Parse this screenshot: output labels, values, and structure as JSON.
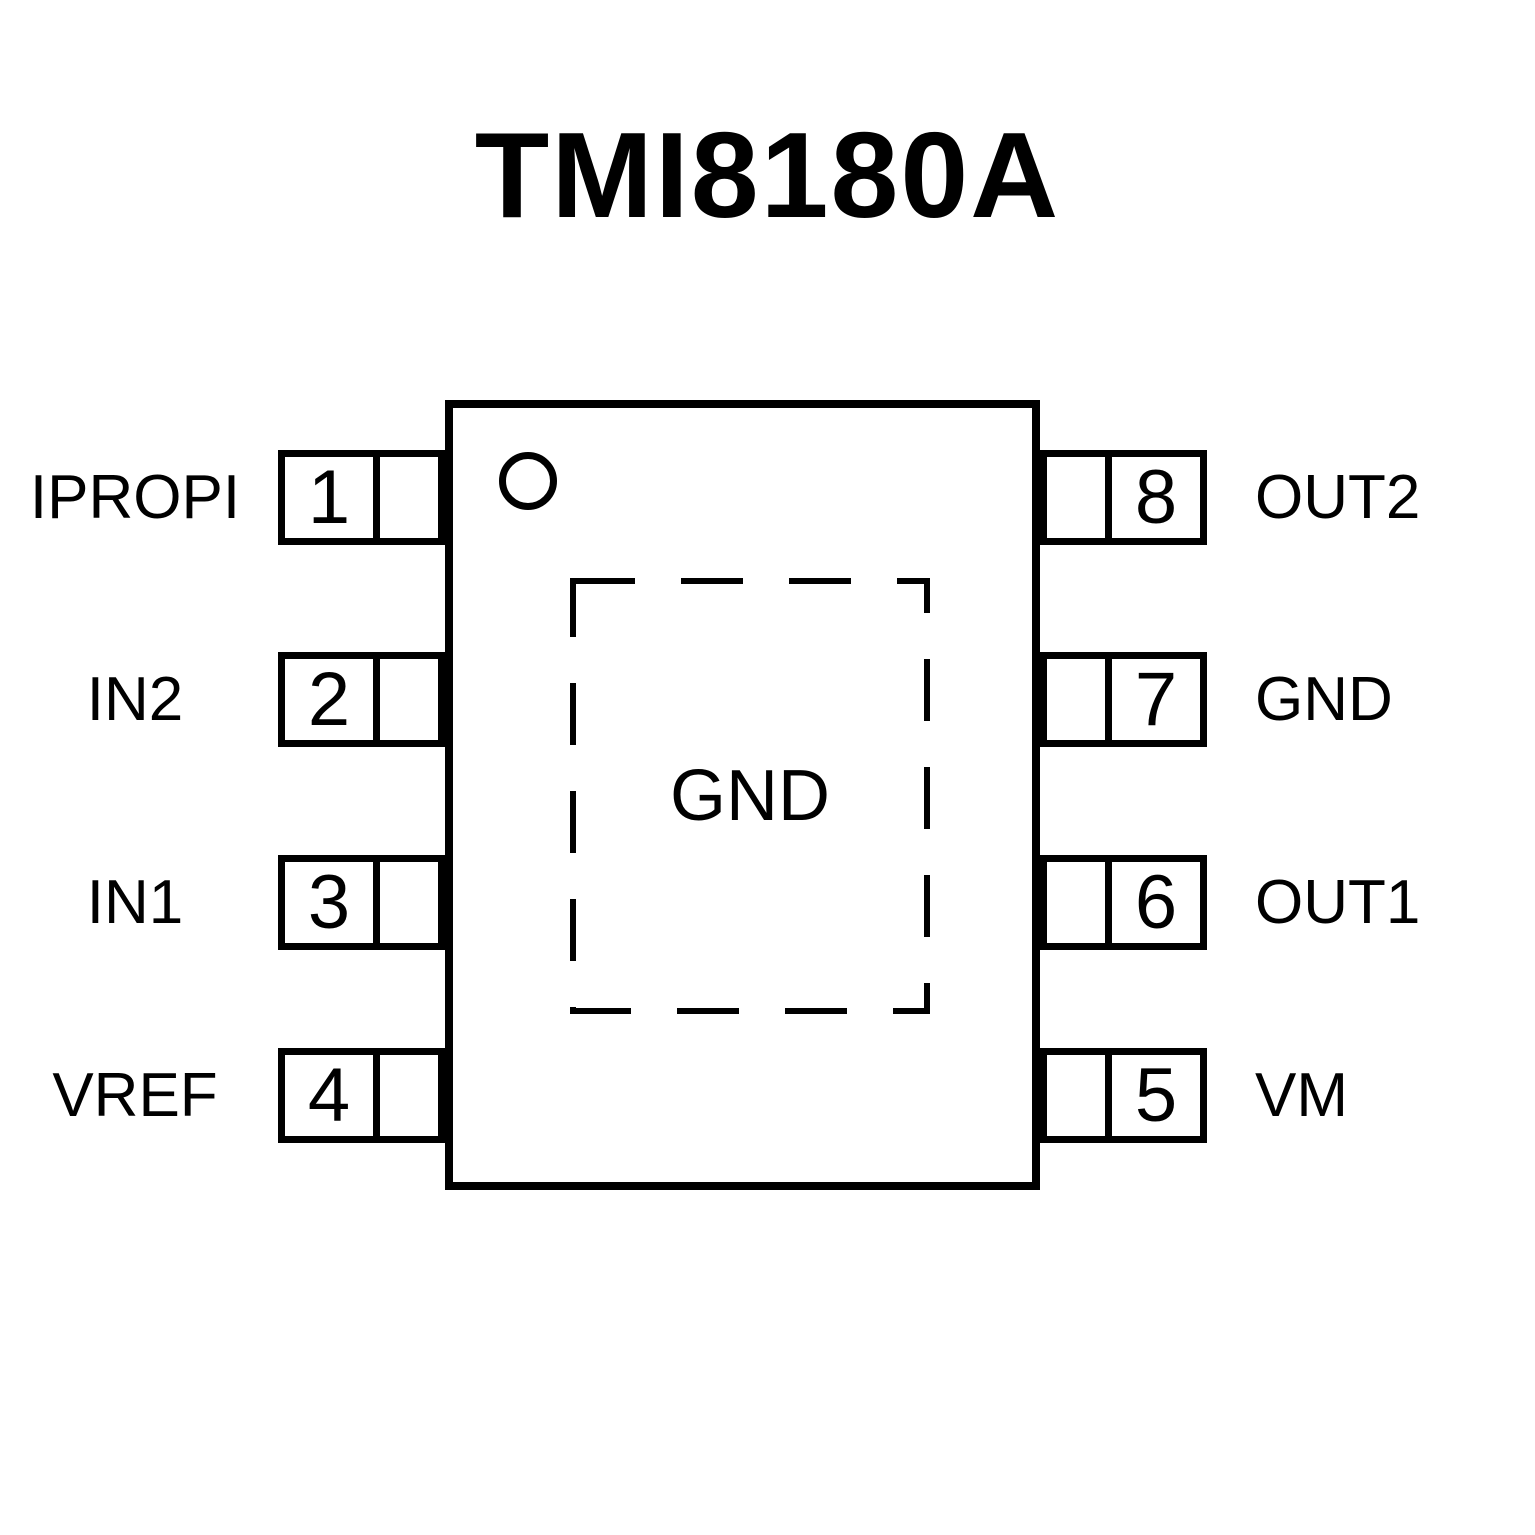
{
  "title": "TMI8180A",
  "chip": {
    "pad_label": "GND"
  },
  "pins": {
    "left": [
      {
        "number": "1",
        "label": "IPROPI"
      },
      {
        "number": "2",
        "label": "IN2"
      },
      {
        "number": "3",
        "label": "IN1"
      },
      {
        "number": "4",
        "label": "VREF"
      }
    ],
    "right": [
      {
        "number": "8",
        "label": "OUT2"
      },
      {
        "number": "7",
        "label": "GND"
      },
      {
        "number": "6",
        "label": "OUT1"
      },
      {
        "number": "5",
        "label": "VM"
      }
    ]
  },
  "colors": {
    "line": "#000000",
    "background": "#ffffff"
  }
}
